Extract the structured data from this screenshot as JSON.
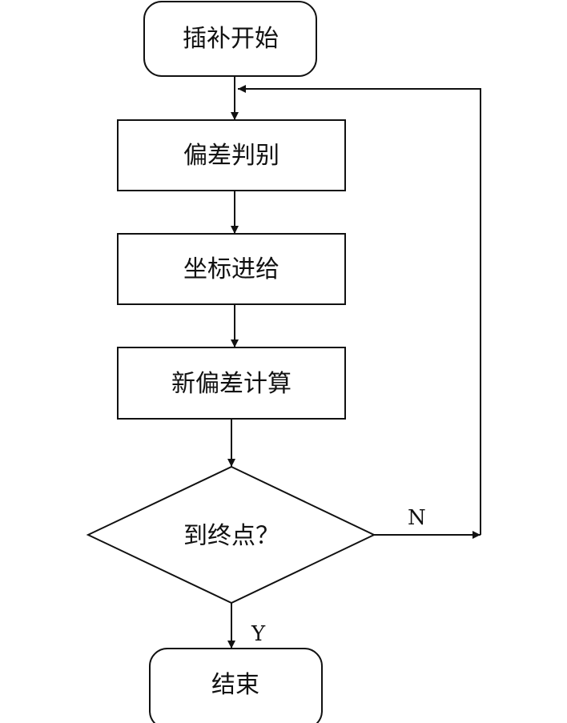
{
  "diagram": {
    "title": "",
    "nodes": {
      "start": "插补开始",
      "deviation": "偏差判别",
      "feed": "坐标进给",
      "new_deviation": "新偏差计算",
      "decision": "到终点？",
      "end": "结束"
    },
    "edges": {
      "no_label": "N",
      "yes_label": "Y"
    },
    "colors": {
      "stroke": "#111111",
      "fill": "#ffffff"
    }
  }
}
